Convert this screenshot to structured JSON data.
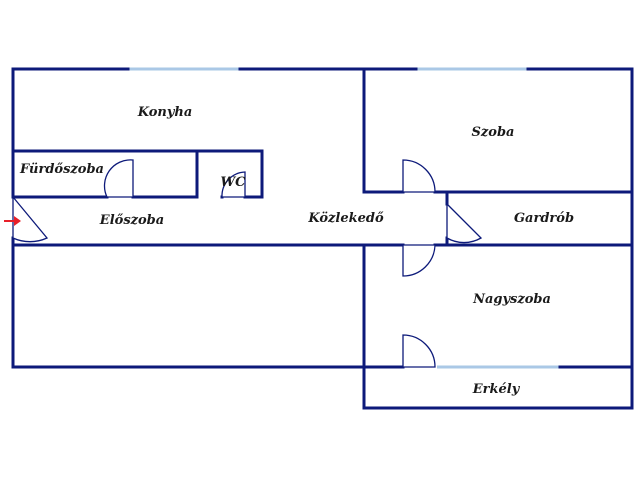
{
  "floorplan": {
    "rooms": {
      "konyha": "Konyha",
      "furdoszoba": "Fürdőszoba",
      "wc": "WC",
      "eloszoba": "Előszoba",
      "kozlekedo": "Közlekedő",
      "szoba": "Szoba",
      "gardrob": "Gardrób",
      "nagyszoba": "Nagyszoba",
      "erkely": "Erkély"
    },
    "colors": {
      "wall": "#0d1a7a",
      "window": "#aac8e6",
      "entry_arrow": "#e8202a"
    },
    "icons": {
      "entry": "arrow-right-icon"
    }
  }
}
